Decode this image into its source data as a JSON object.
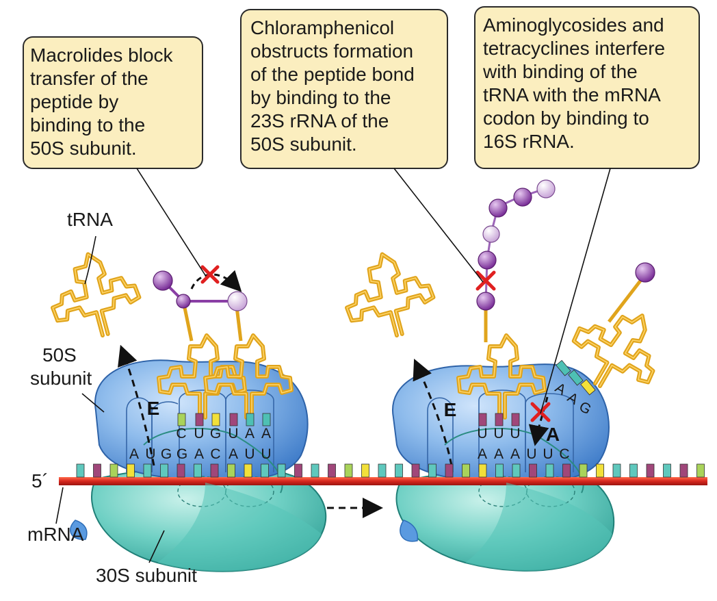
{
  "callouts": {
    "macrolides": [
      "Macrolides block",
      "transfer of the",
      "peptide by",
      "binding to the",
      "50S subunit."
    ],
    "chloramphenicol": [
      "Chloramphenicol",
      "obstructs formation",
      "of the peptide bond",
      "by binding to the",
      "23S rRNA of the",
      "50S subunit."
    ],
    "aminoglycosides": [
      "Aminoglycosides and",
      "tetracyclines interfere",
      "with binding of the",
      "tRNA with the mRNA",
      "codon by binding to",
      "16S rRNA."
    ]
  },
  "labels": {
    "trna": "tRNA",
    "subunit_50s": [
      "50S",
      "subunit"
    ],
    "five_prime": "5´",
    "mrna": "mRNA",
    "subunit_30s": "30S subunit"
  },
  "sites": {
    "left_e": "E",
    "right_e": "E",
    "right_a": "A"
  },
  "left_ribosome": {
    "anticodons": [
      "C",
      "U",
      "G",
      "U",
      "A",
      "A"
    ],
    "codons": [
      "A",
      "U",
      "G",
      "G",
      "A",
      "C",
      "A",
      "U",
      "U"
    ]
  },
  "right_ribosome": {
    "anticodons": [
      "U",
      "U",
      "U"
    ],
    "codons": [
      "A",
      "A",
      "A",
      "U",
      "U",
      "C"
    ],
    "incoming_anticodon": [
      "A",
      "A",
      "G"
    ]
  },
  "colors": {
    "callout_fill": "#fbeebf",
    "subunit_50s": "#5b93d6",
    "subunit_30s": "#4ec0b4",
    "mrna": "#d6261e",
    "trna": "#e0a41c",
    "amino_acid": "#8a3fa5",
    "block_mark": "#e02020"
  },
  "icons": [
    "block-x-icon",
    "dashed-arrow-icon"
  ]
}
